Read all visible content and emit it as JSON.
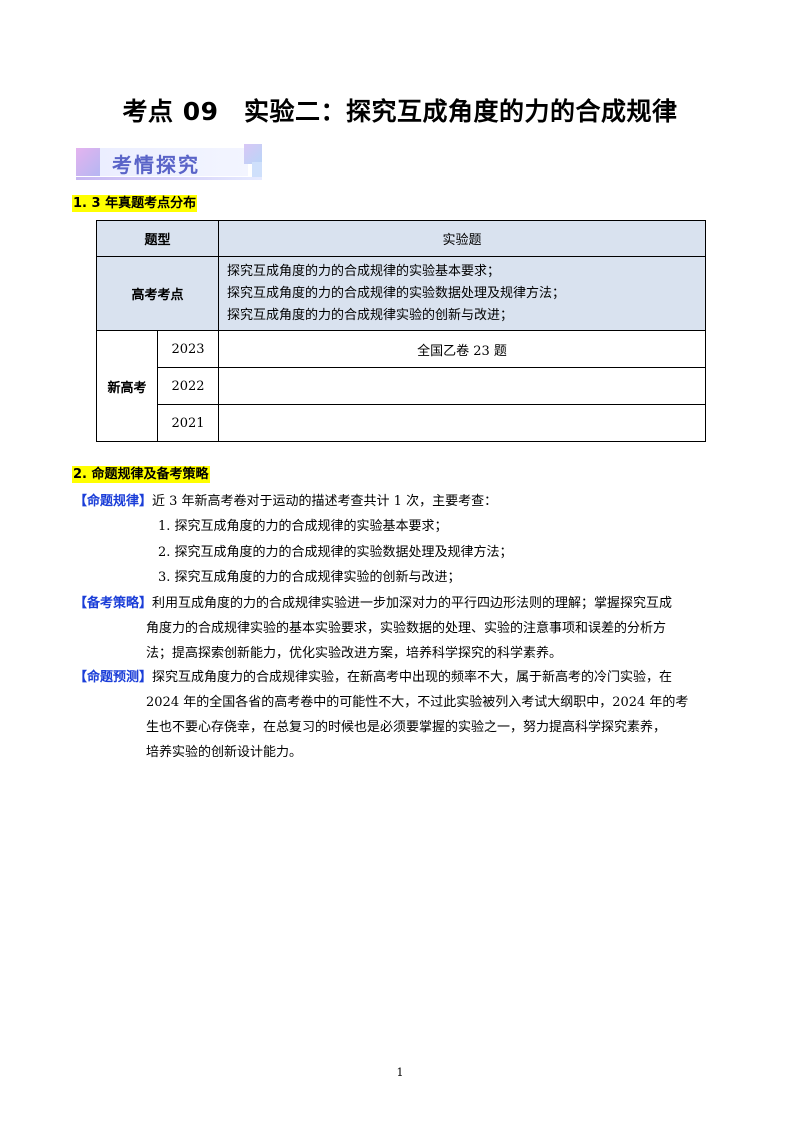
{
  "title": "考点 09　实验二：探究互成角度的力的合成规律",
  "banner_label": "考情探究",
  "section1": {
    "heading": "1. 3 年真题考点分布",
    "table": {
      "type_label": "题型",
      "type_value": "实验题",
      "kaodian_label": "高考考点",
      "kaodian_items": [
        "探究互成角度的力的合成规律的实验基本要求；",
        "探究互成角度的力的合成规律的实验数据处理及规律方法；",
        "探究互成角度的力的合成规律实验的创新与改进；"
      ],
      "xingaokao_label": "新高考",
      "rows": [
        {
          "year": "2023",
          "value": "全国乙卷 23 题"
        },
        {
          "year": "2022",
          "value": ""
        },
        {
          "year": "2021",
          "value": ""
        }
      ]
    }
  },
  "section2": {
    "heading": "2. 命题规律及备考策略",
    "mingti_guilv": {
      "tag": "【命题规律】",
      "text": "近 3 年新高考卷对于运动的描述考查共计 1 次，主要考查：",
      "items": [
        "1. 探究互成角度的力的合成规律的实验基本要求；",
        "2. 探究互成角度的力的合成规律的实验数据处理及规律方法；",
        "3. 探究互成角度的力的合成规律实验的创新与改进；"
      ]
    },
    "beikao_celue": {
      "tag": "【备考策略】",
      "lines": [
        "利用互成角度的力的合成规律实验进一步加深对力的平行四边形法则的理解；掌握探究互成",
        "角度力的合成规律实验的基本实验要求，实验数据的处理、实验的注意事项和误差的分析方",
        "法；提高探索创新能力，优化实验改进方案，培养科学探究的科学素养。"
      ]
    },
    "mingti_yuce": {
      "tag": "【命题预测】",
      "lines": [
        "探究互成角度力的合成规律实验，在新高考中出现的频率不大，属于新高考的冷门实验，在",
        "2024 年的全国各省的高考卷中的可能性不大，不过此实验被列入考试大纲职中，2024 年的考",
        "生也不要心存侥幸，在总复习的时候也是必须要掌握的实验之一，努力提高科学探究素养，",
        "培养实验的创新设计能力。"
      ]
    }
  },
  "page_number": "1"
}
